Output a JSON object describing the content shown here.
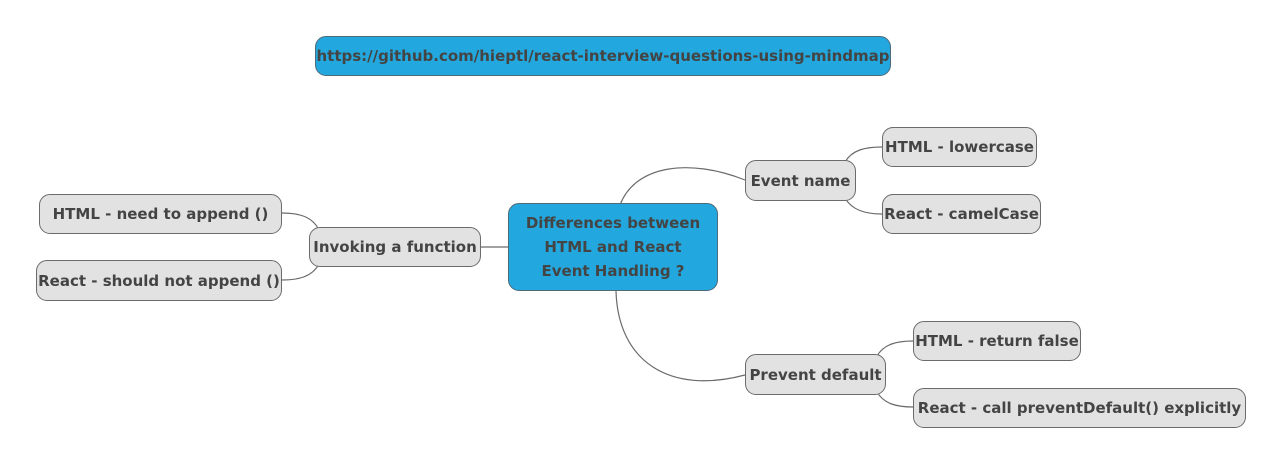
{
  "repo_link": "https://github.com/hieptl/react-interview-questions-using-mindmap",
  "root": "Differences between HTML and React Event Handling ?",
  "branches": {
    "event_name": {
      "label": "Event name",
      "children": [
        "HTML - lowercase",
        "React - camelCase"
      ]
    },
    "invoking_function": {
      "label": "Invoking a function",
      "children": [
        "HTML - need to append ()",
        "React - should not append ()"
      ]
    },
    "prevent_default": {
      "label": "Prevent default",
      "children": [
        "HTML - return false",
        "React - call preventDefault() explicitly"
      ]
    }
  },
  "colors": {
    "highlight": "#22a8de",
    "node_fill": "#e2e2e2",
    "border": "#6b6b6b",
    "connector": "#6b6b6b",
    "text": "#444444"
  }
}
